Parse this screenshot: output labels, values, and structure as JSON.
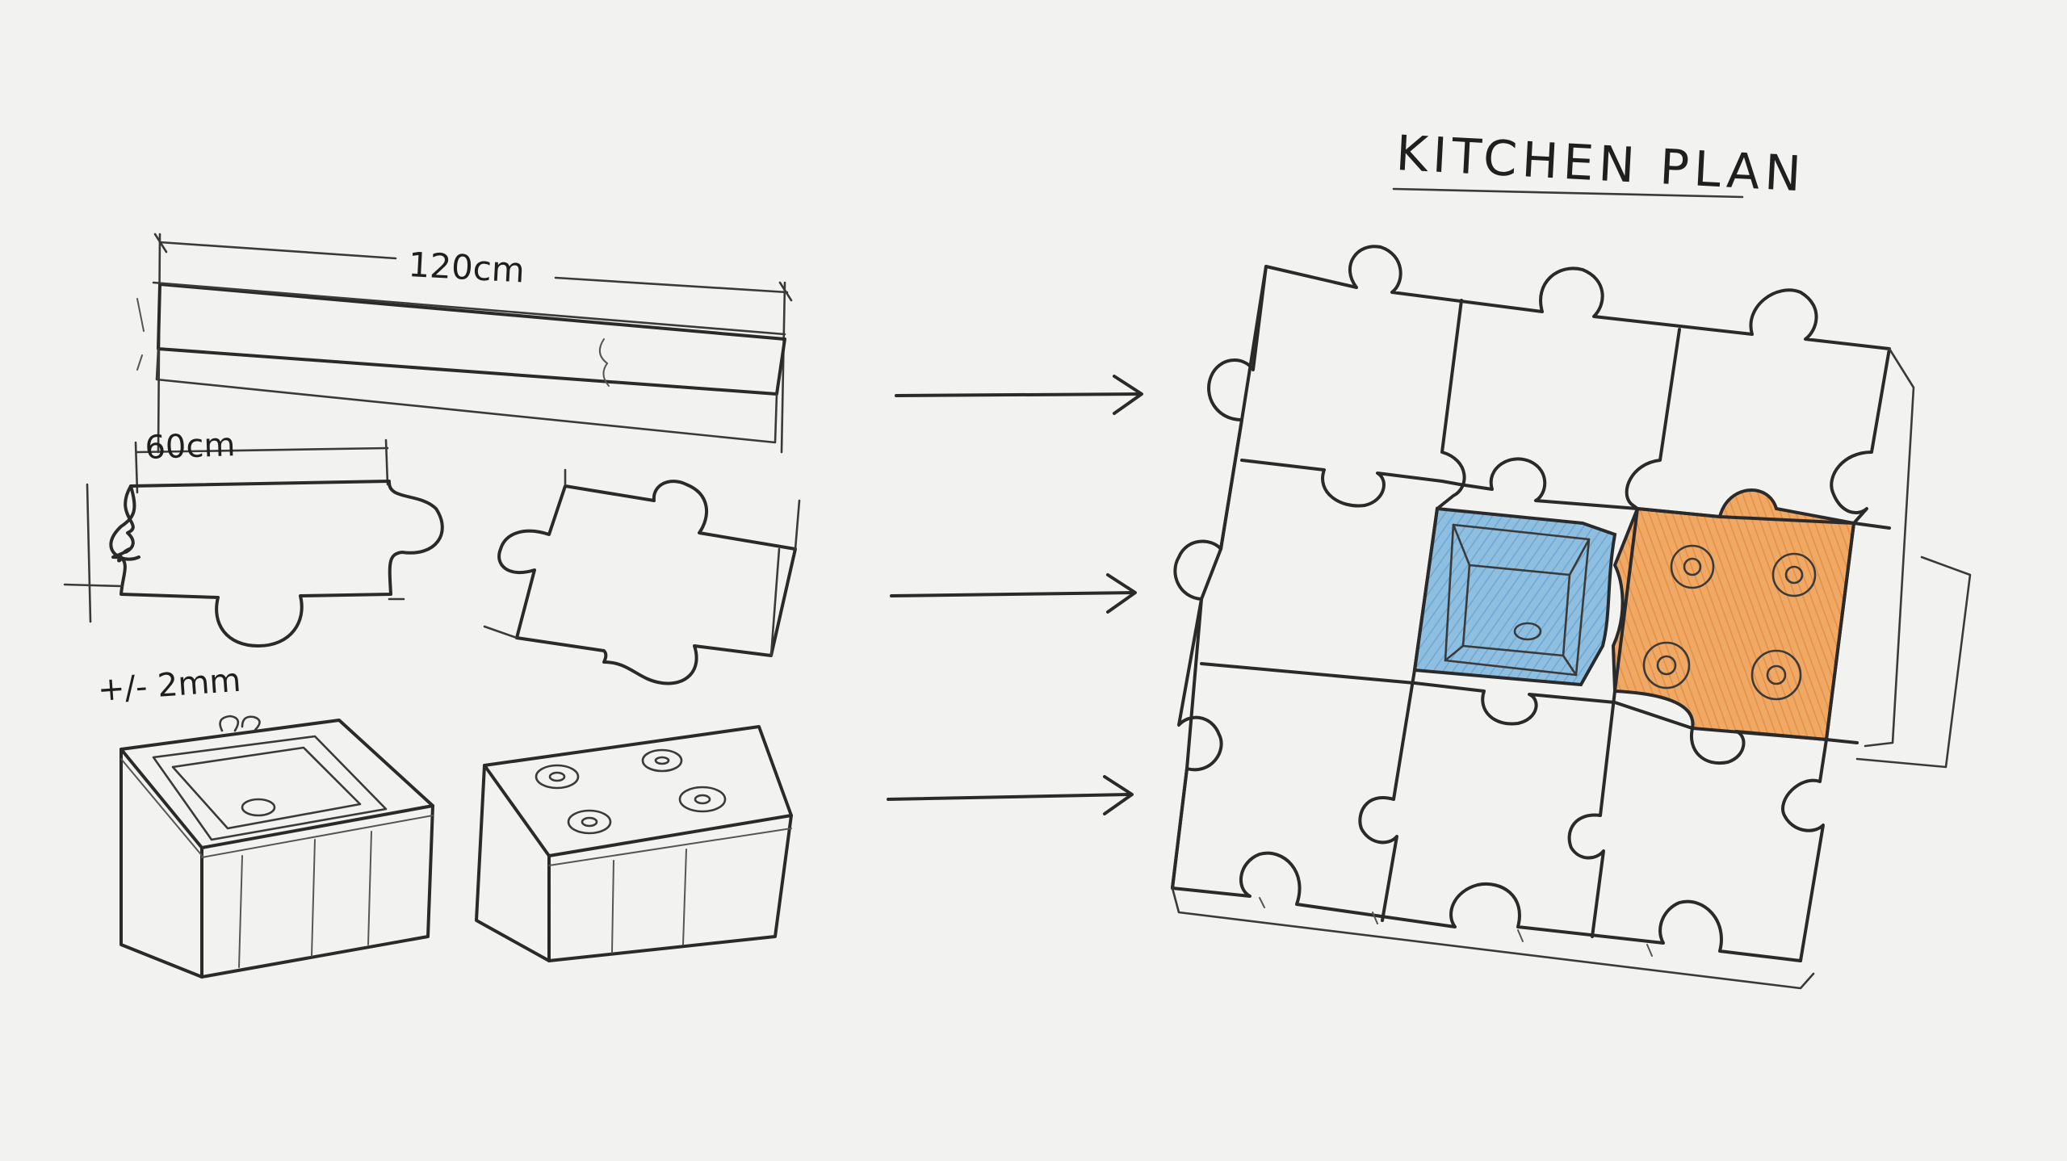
{
  "title": "KITCHEN PLAN",
  "dimensions": {
    "countertop_length": "120cm",
    "tile_width": "60cm",
    "tolerance": "+/- 2mm"
  },
  "colors": {
    "paper": "#f4f4f2",
    "ink": "#2a2a2a",
    "sink_tile": "#8fbfe0",
    "stove_tile": "#f0a865"
  },
  "icons": [
    "arrow-right-icon",
    "arrow-right-icon",
    "arrow-right-icon",
    "sink-icon",
    "stove-icon"
  ]
}
